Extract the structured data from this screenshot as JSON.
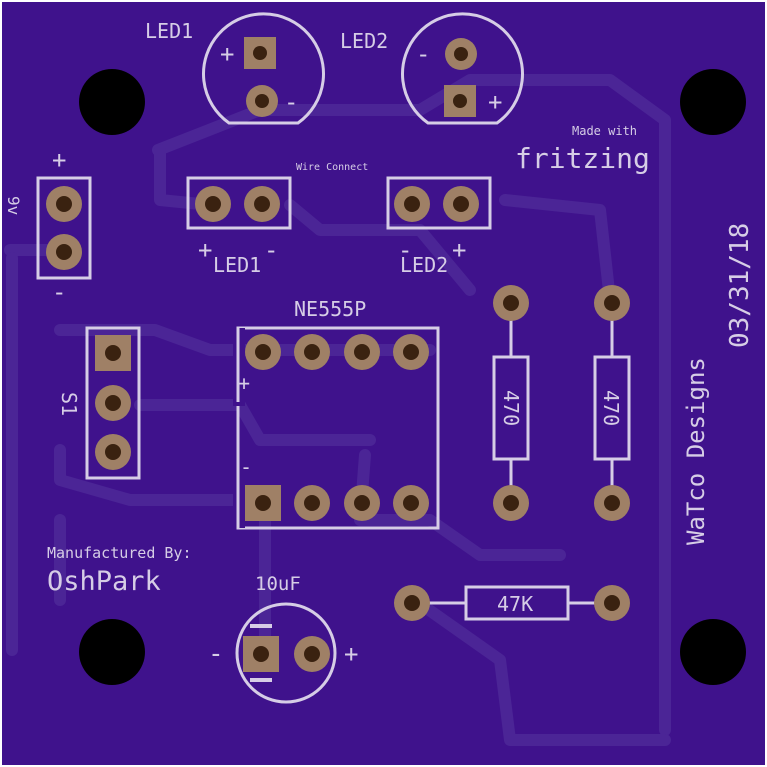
{
  "colors": {
    "board": "#3f128c",
    "trace": "#4b2596",
    "silk": "#d6cde6",
    "pad": "#9f8066",
    "hole": "#000000"
  },
  "labels": {
    "led1_top": "LED1",
    "led2_top": "LED2",
    "made_with": "Made with",
    "fritzing": "fritzing",
    "wire_connect": "Wire Connect",
    "battery": "9v",
    "plus": "+",
    "minus": "-",
    "led1_bottom": "LED1",
    "led2_bottom": "LED2",
    "date": "03/31/18",
    "ne555": "NE555P",
    "s1": "S1",
    "r1": "470",
    "r2": "470",
    "company": "WaTco Designs",
    "manufactured_by": "Manufactured By:",
    "oshpark": "OshPark",
    "cap": "10uF",
    "r3": "47K"
  }
}
